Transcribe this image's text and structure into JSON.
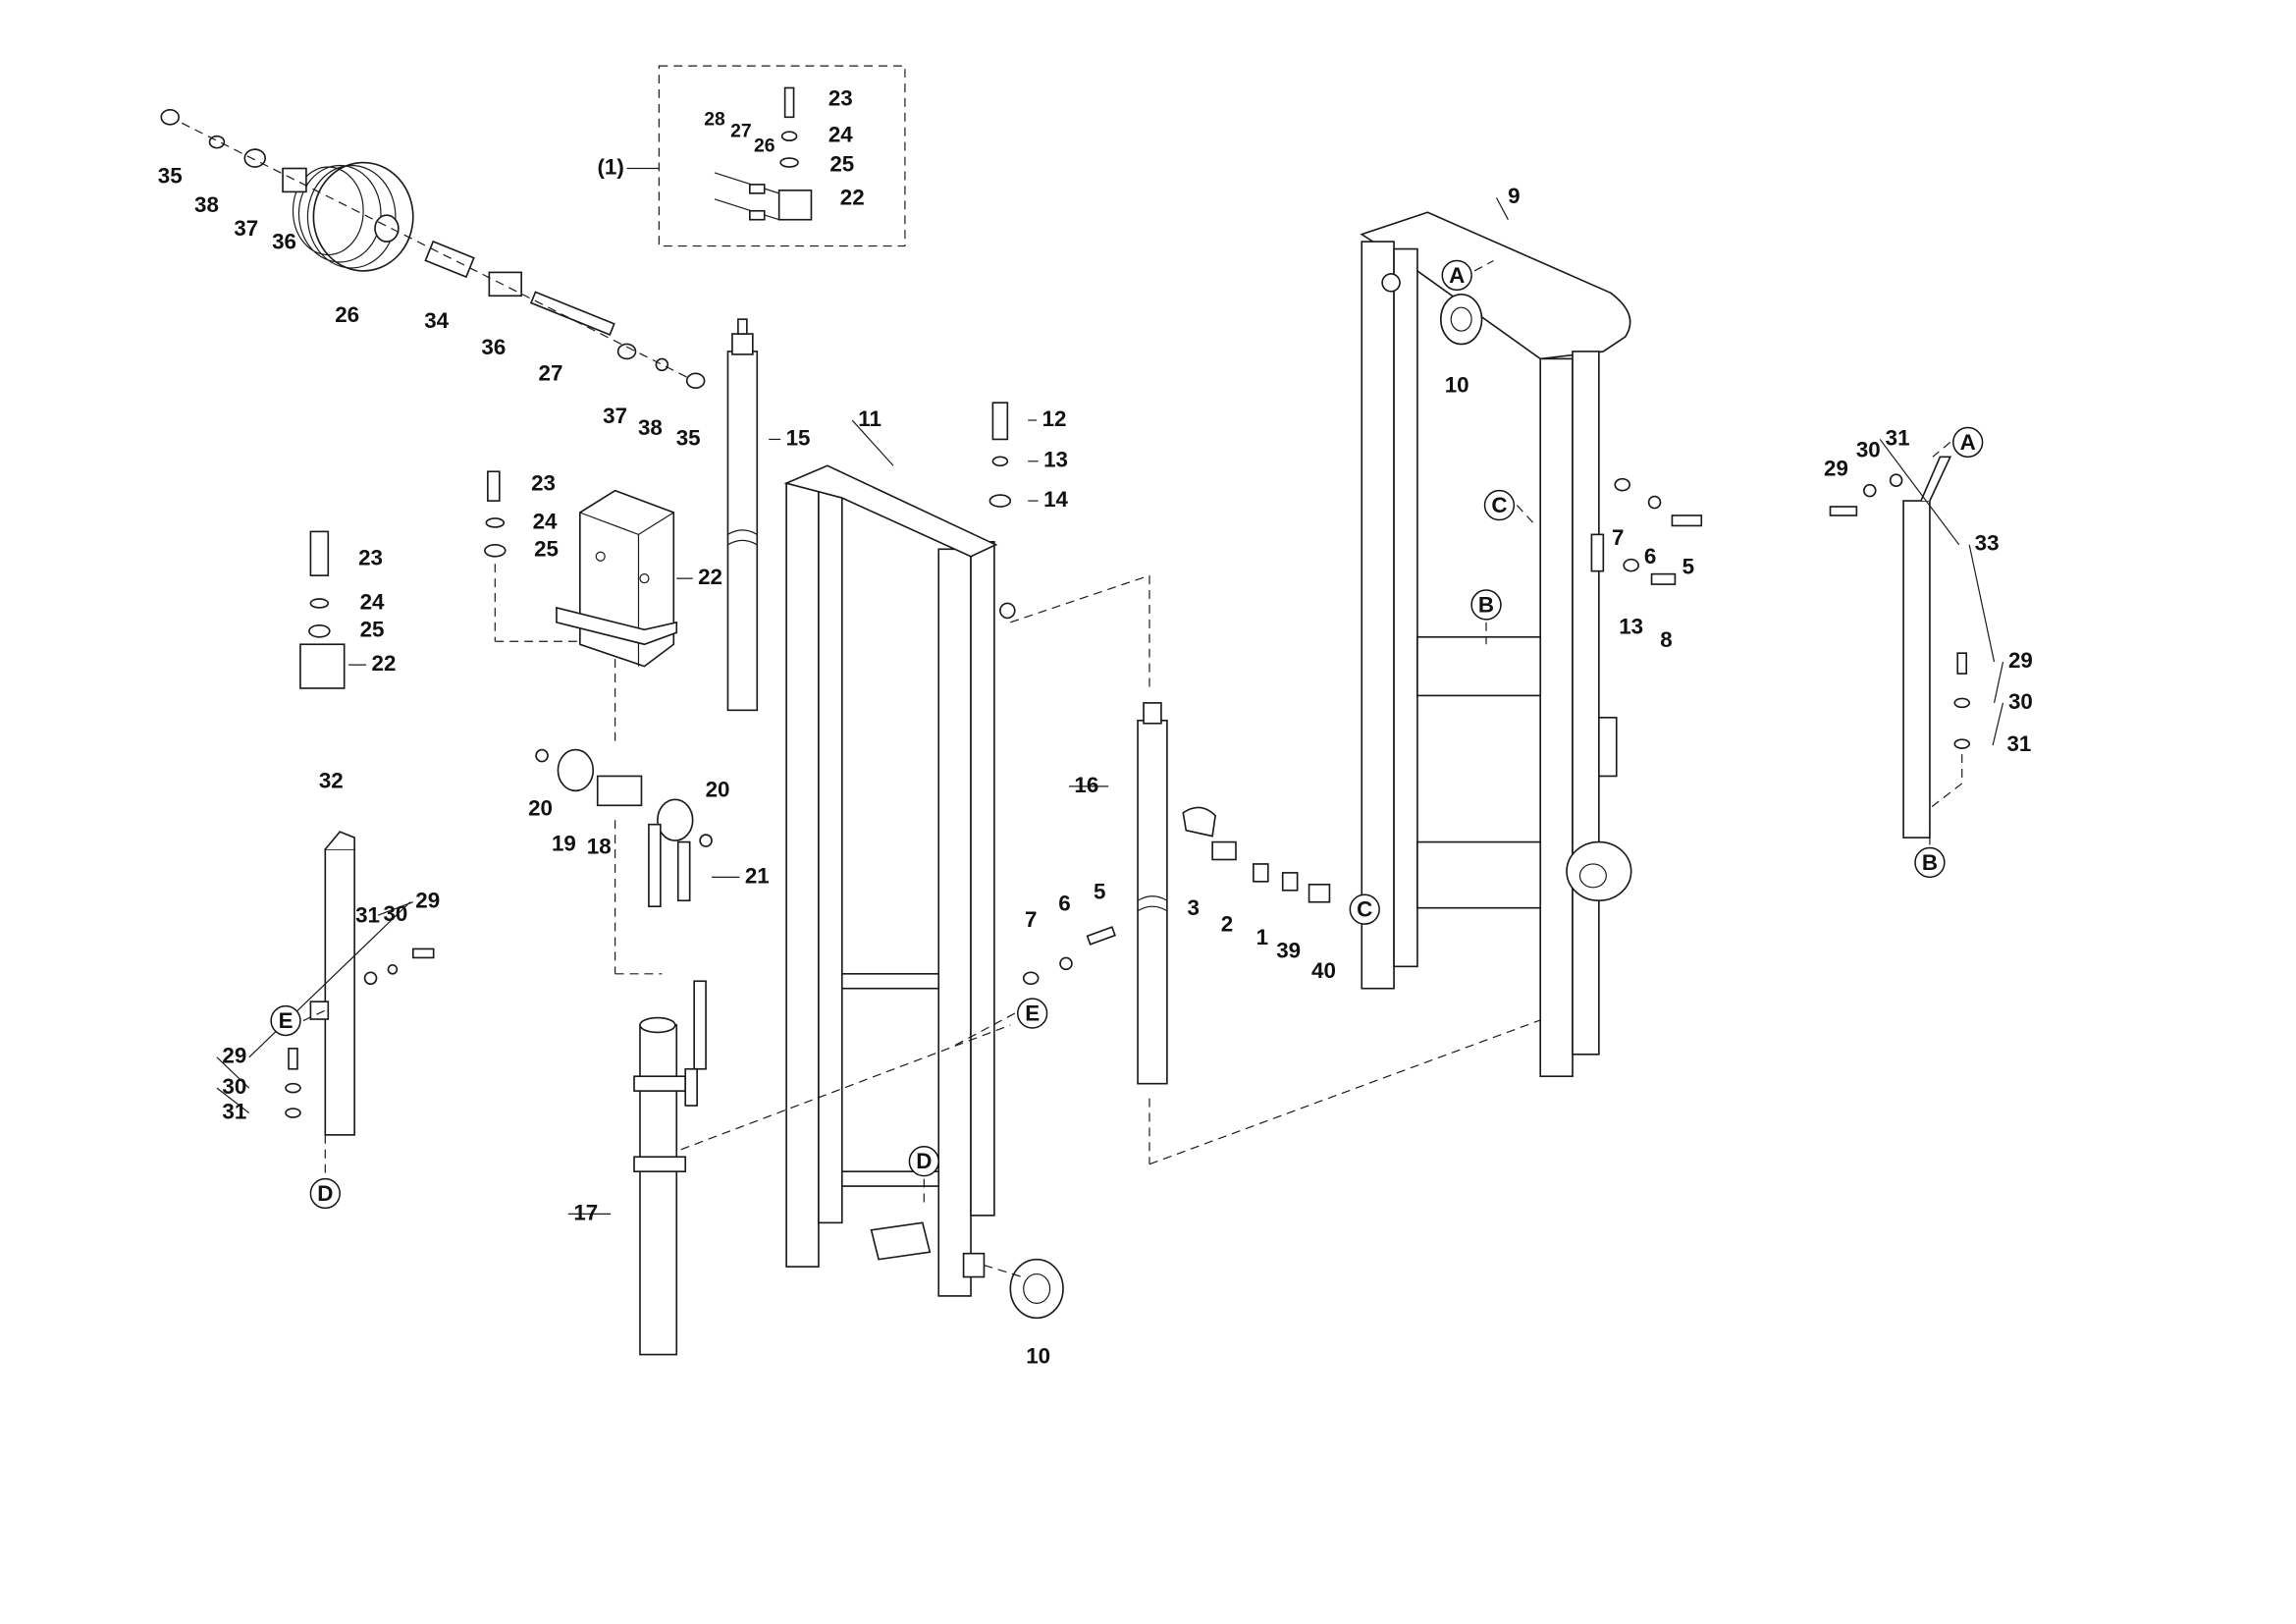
{
  "diagram": {
    "title_group": "(1)",
    "callouts": [
      "35",
      "38",
      "37",
      "36",
      "26",
      "34",
      "36",
      "27",
      "37",
      "38",
      "35",
      "28",
      "27",
      "26",
      "23",
      "24",
      "25",
      "22",
      "15",
      "11",
      "12",
      "13",
      "14",
      "9",
      "10",
      "7",
      "6",
      "5",
      "13",
      "8",
      "23",
      "24",
      "25",
      "22",
      "23",
      "24",
      "25",
      "22",
      "32",
      "31",
      "30",
      "29",
      "29",
      "30",
      "31",
      "20",
      "19",
      "18",
      "20",
      "21",
      "16",
      "3",
      "2",
      "1",
      "39",
      "40",
      "7",
      "6",
      "5",
      "17",
      "10",
      "29",
      "30",
      "31",
      "33",
      "29",
      "30",
      "31"
    ],
    "reference_markers": [
      "A",
      "C",
      "B",
      "E",
      "D",
      "C",
      "E",
      "D",
      "A",
      "B"
    ]
  }
}
